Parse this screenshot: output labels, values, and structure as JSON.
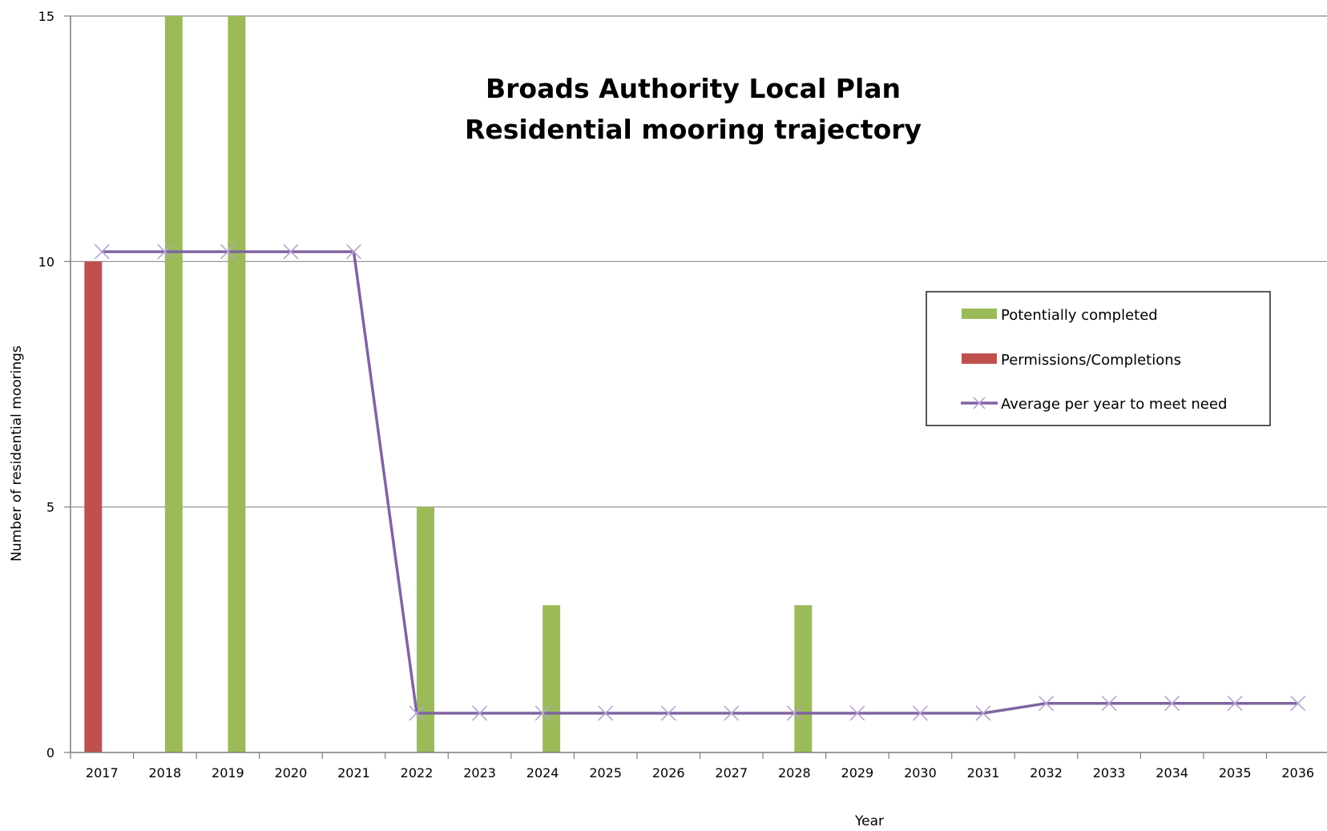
{
  "chart_data": {
    "type": "bar",
    "title": [
      "Broads Authority Local Plan",
      "Residential mooring trajectory"
    ],
    "xlabel": "Year",
    "ylabel": "Number of residential moorings",
    "ylim": [
      0,
      15
    ],
    "yticks": [
      0,
      5,
      10,
      15
    ],
    "grid": true,
    "legend_position": "right",
    "categories": [
      "2017",
      "2018",
      "2019",
      "2020",
      "2021",
      "2022",
      "2023",
      "2024",
      "2025",
      "2026",
      "2027",
      "2028",
      "2029",
      "2030",
      "2031",
      "2032",
      "2033",
      "2034",
      "2035",
      "2036"
    ],
    "series": [
      {
        "name": "Potentially completed",
        "kind": "bar",
        "color": "#9bbb59",
        "values": [
          0,
          15,
          15,
          0,
          0,
          5,
          0,
          3,
          0,
          0,
          0,
          3,
          0,
          0,
          0,
          0,
          0,
          0,
          0,
          0
        ]
      },
      {
        "name": "Permissions/Completions",
        "kind": "bar",
        "color": "#c0504d",
        "values": [
          10,
          0,
          0,
          0,
          0,
          0,
          0,
          0,
          0,
          0,
          0,
          0,
          0,
          0,
          0,
          0,
          0,
          0,
          0,
          0
        ]
      },
      {
        "name": "Average per year to meet need",
        "kind": "line",
        "marker": "x",
        "color": "#8064a2",
        "values": [
          10.2,
          10.2,
          10.2,
          10.2,
          10.2,
          0.8,
          0.8,
          0.8,
          0.8,
          0.8,
          0.8,
          0.8,
          0.8,
          0.8,
          0.8,
          1.0,
          1.0,
          1.0,
          1.0,
          1.0
        ]
      }
    ]
  }
}
